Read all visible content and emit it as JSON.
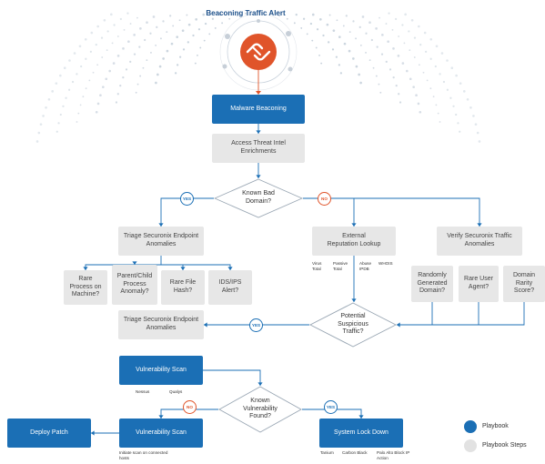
{
  "title": "Beaconing Traffic Alert",
  "nodes": {
    "malware_beaconing": "Malware Beaconing",
    "access_threat_intel": "Access Threat Intel Enrichments",
    "known_bad_domain": "Known Bad Domain?",
    "triage_endpoint_1": "Triage Securonix Endpoint Anomalies",
    "external_reputation": "External Reputation Lookup",
    "verify_traffic": "Verify Securonix Traffic Anomalies",
    "rare_process": "Rare Process on Machine?",
    "parent_child": "Parent/Child Process Anomaly?",
    "rare_file_hash": "Rare File Hash?",
    "ids_ips": "IDS/IPS Alert?",
    "random_domain": "Randomly Generated Domain?",
    "rare_user_agent": "Rare User Agent?",
    "domain_rarity": "Domain Rarity Score?",
    "potential_suspicious": "Potential Suspicious Traffic?",
    "triage_endpoint_2": "Triage Securonix Endpoint Anomalies",
    "vuln_scan_1": "Vulnerability Scan",
    "known_vuln": "Known Vulnerability Found?",
    "vuln_scan_2": "Vulnerability Scan",
    "deploy_patch": "Deploy Patch",
    "system_lockdown": "System Lock Down"
  },
  "badges": {
    "yes": "YES",
    "no": "NO"
  },
  "labels": {
    "virus_total": "Virus Total",
    "passive_total": "Passive Total",
    "abuse_ipdb": "Abuse IPDB",
    "whois": "WHOIS",
    "nessus": "Nessus",
    "qualys": "Qualys",
    "initiate_scan": "Initiate scan on connected hosts",
    "tanium": "Tanium",
    "carbon_black": "Carbon Black",
    "palo_alto": "Palo Alto Block IP Action"
  },
  "legend": {
    "playbook": "Playbook",
    "playbook_steps": "Playbook Steps"
  },
  "colors": {
    "blue": "#1b6fb5",
    "gray": "#e7e7e7",
    "accent": "#e0542a",
    "line": "#1b6fb5"
  }
}
